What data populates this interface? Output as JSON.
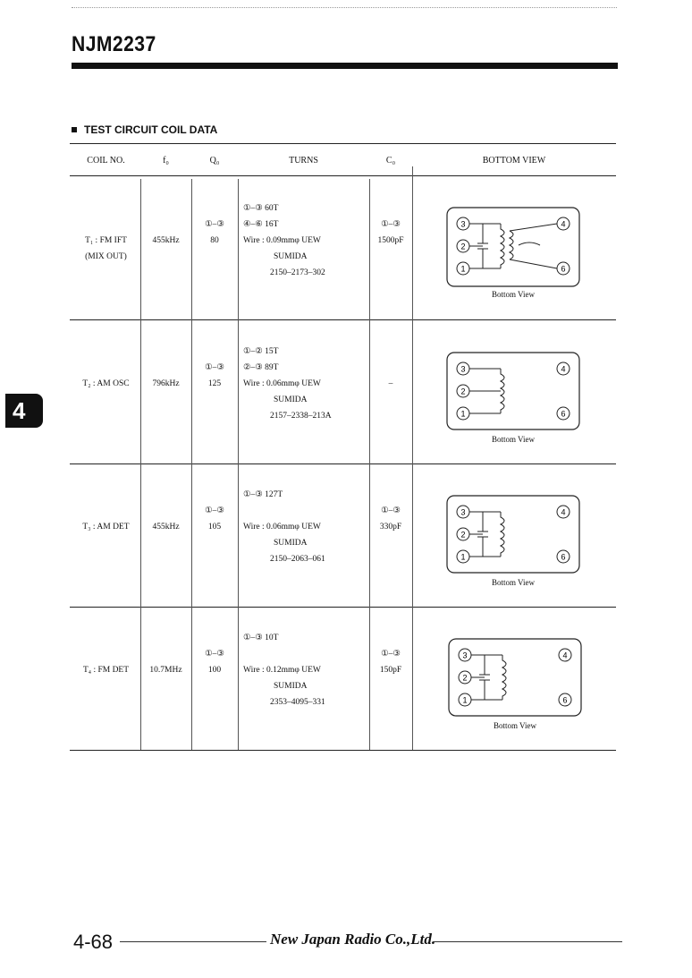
{
  "header": {
    "part_number": "NJM2237"
  },
  "section": {
    "title": "TEST CIRCUIT COIL DATA"
  },
  "side_tab": {
    "label": "4"
  },
  "table": {
    "columns": [
      "COIL NO.",
      "f₀",
      "Q₀",
      "TURNS",
      "C₀",
      "BOTTOM VIEW"
    ],
    "rows": [
      {
        "coil": [
          "T₁ : FM IFT",
          "(MIX OUT)"
        ],
        "f0": "455kHz",
        "q0_pins": "①–③",
        "q0": "80",
        "turns": [
          "①–③  60T",
          "④–⑥  16T",
          "Wire : 0.09mmφ UEW",
          "SUMIDA",
          "2150–2173–302"
        ],
        "c0_pins": "①–③",
        "c0": "1500pF",
        "view_label": "Bottom View"
      },
      {
        "coil": [
          "T₂ : AM OSC"
        ],
        "f0": "796kHz",
        "q0_pins": "①–③",
        "q0": "125",
        "turns": [
          "①–②  15T",
          "②–③  89T",
          "Wire : 0.06mmφ UEW",
          "SUMIDA",
          "2157–2338–213A"
        ],
        "c0_pins": "",
        "c0": "–",
        "view_label": "Bottom View"
      },
      {
        "coil": [
          "T₃ : AM DET"
        ],
        "f0": "455kHz",
        "q0_pins": "①–③",
        "q0": "105",
        "turns": [
          "①–③  127T",
          "",
          "Wire : 0.06mmφ UEW",
          "SUMIDA",
          "2150–2063–061"
        ],
        "c0_pins": "①–③",
        "c0": "330pF",
        "view_label": "Bottom View"
      },
      {
        "coil": [
          "T₄ : FM DET"
        ],
        "f0": "10.7MHz",
        "q0_pins": "①–③",
        "q0": "100",
        "turns": [
          "①–③  10T",
          "",
          "Wire : 0.12mmφ UEW",
          "SUMIDA",
          "2353–4095–331"
        ],
        "c0_pins": "①–③",
        "c0": "150pF",
        "view_label": "Bottom View"
      }
    ]
  },
  "footer": {
    "page": "4-68",
    "company": "New Japan Radio Co.,Ltd."
  }
}
